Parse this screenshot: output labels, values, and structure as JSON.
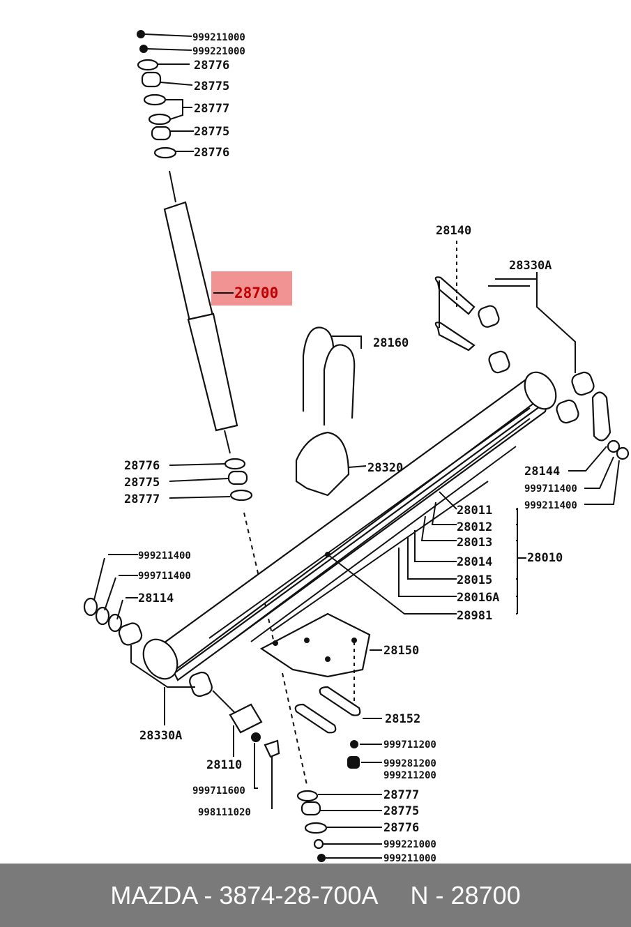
{
  "highlight": {
    "label": "28700",
    "color": "#f08080"
  },
  "labels": {
    "top_nut_1": "999211000",
    "top_washer_1": "999221000",
    "top_bush_washer_a": "28776",
    "top_bush_a": "28775",
    "top_bush_group": "28777",
    "top_bush_b": "28775",
    "top_bush_washer_b": "28776",
    "lower_28776": "28776",
    "lower_28775": "28775",
    "lower_28777": "28777",
    "u_bolt": "28140",
    "bush_set_right": "28330A",
    "u_bolt_center": "28160",
    "bump_stopper": "28320",
    "shackle_plate": "28144",
    "shackle_washer": "999711400",
    "shackle_nut": "999211400",
    "leaf_1": "28011",
    "leaf_2": "28012",
    "leaf_3": "28013",
    "leaf_4": "28014",
    "leaf_5": "28015",
    "leaf_6": "28016A",
    "center_bolt": "28981",
    "leaf_assembly": "28010",
    "front_nut": "999211400",
    "front_washer": "999711400",
    "front_bush": "28114",
    "seat_plate": "28150",
    "bush_set_left": "28330A",
    "plate_28152": "28152",
    "nut_999711200": "999711200",
    "nut_999281200": "999281200",
    "nut_999211200": "999211200",
    "pin_28110": "28110",
    "washer_999711600": "999711600",
    "bolt_998111020": "998111020",
    "bottom_28777": "28777",
    "bottom_28775": "28775",
    "bottom_28776": "28776",
    "bottom_washer": "999221000",
    "bottom_nut": "999211000"
  },
  "footer": {
    "brand_part": "MAZDA - 3874-28-700A",
    "n_part": "N - 28700",
    "background": "#7a7a7a"
  }
}
